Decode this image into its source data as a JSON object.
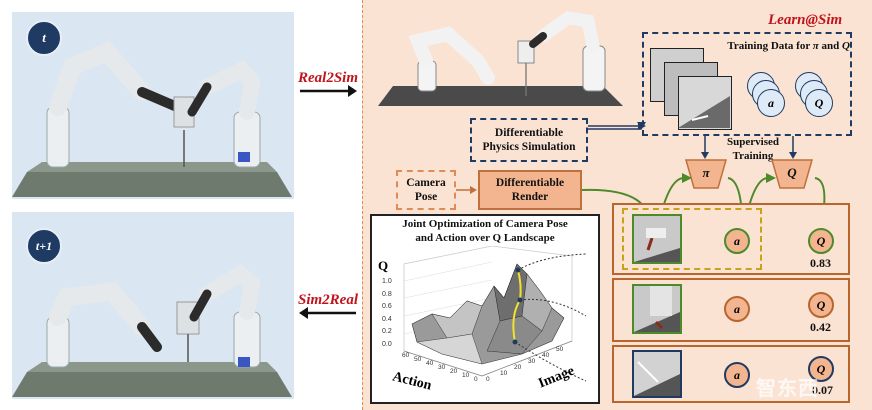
{
  "frames": {
    "top_badge": "t",
    "bottom_badge": "t+1"
  },
  "arrows": {
    "real2sim": "Real2Sim",
    "sim2real": "Sim2Real"
  },
  "learn_at_sim": "Learn@Sim",
  "training_data": {
    "prefix": "Training Data for ",
    "pi": "π",
    "and": " and ",
    "q": "Q"
  },
  "boxes": {
    "physics": "Differentiable Physics Simulation",
    "camera_pose": "Camera Pose",
    "render": "Differentiable Render",
    "supervised": "Supervised Training"
  },
  "networks": {
    "pi": "π",
    "q": "Q"
  },
  "plot": {
    "title_line1": "Joint Optimization of Camera Pose",
    "title_line2": "and Action over Q Landscape",
    "q_axis": "Q",
    "action_axis": "Action",
    "image_axis": "Image",
    "z_ticks": [
      "1.0",
      "0.8",
      "0.6",
      "0.4",
      "0.2",
      "0.0"
    ],
    "action_ticks": [
      "60",
      "50",
      "40",
      "30",
      "20",
      "10",
      "0"
    ],
    "image_ticks": [
      "0",
      "10",
      "20",
      "30",
      "40",
      "50"
    ]
  },
  "rows": [
    {
      "a_label": "a",
      "q_label": "Q",
      "q_value": "0.83"
    },
    {
      "a_label": "a",
      "q_label": "Q",
      "q_value": "0.42"
    },
    {
      "a_label": "a",
      "q_label": "Q",
      "q_value": "0.07"
    }
  ],
  "stack_circles": {
    "a": "a",
    "q": "Q"
  },
  "watermark": "智东西"
}
